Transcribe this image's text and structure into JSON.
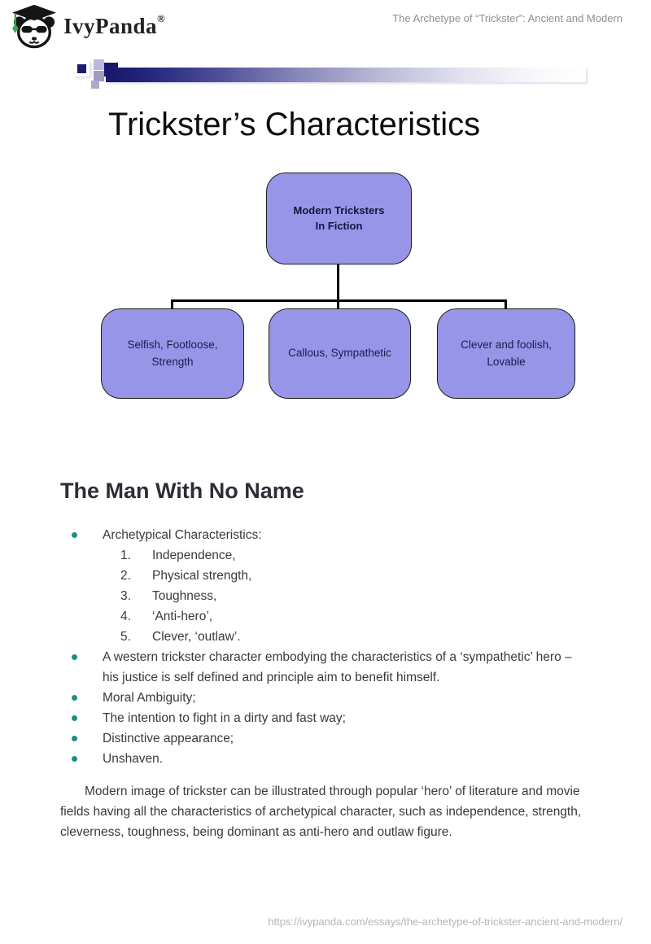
{
  "header": {
    "logo_text": "IvyPanda",
    "logo_reg_mark": "®",
    "doc_title": "The Archetype of “Trickster”: Ancient and Modern"
  },
  "slide": {
    "title": "Trickster’s Characteristics",
    "diagram": {
      "type": "org-chart",
      "box_fill": "#9795e8",
      "connector_color": "#000000",
      "root": {
        "label": "Modern Tricksters In Fiction"
      },
      "children": [
        {
          "label": "Selfish, Footloose, Strength"
        },
        {
          "label": "Callous, Sympathetic"
        },
        {
          "label": "Clever and foolish, Lovable"
        }
      ]
    }
  },
  "section": {
    "heading": "The Man With No Name",
    "bullet_color": "#1e8e83",
    "bullets": [
      {
        "text": "Archetypical Characteristics:"
      },
      {
        "text": "A western trickster character embodying the characteristics of a ‘sympathetic’ hero – his justice is self defined and principle aim to benefit himself."
      },
      {
        "text": "Moral Ambiguity;"
      },
      {
        "text": "The intention to fight in a dirty and fast way;"
      },
      {
        "text": "Distinctive appearance;"
      },
      {
        "text": "Unshaven."
      }
    ],
    "numbered_items": [
      {
        "num": "1.",
        "text": "Independence,"
      },
      {
        "num": "2.",
        "text": "Physical strength,"
      },
      {
        "num": "3.",
        "text": "Toughness,"
      },
      {
        "num": "4.",
        "text": "‘Anti-hero’,"
      },
      {
        "num": "5.",
        "text": "Clever, ‘outlaw’."
      }
    ],
    "paragraph": "Modern image of trickster can be illustrated through popular ‘hero’ of literature and movie fields having all the characteristics of archetypical character, such as independence, strength, cleverness, toughness, being dominant as anti-hero and outlaw figure."
  },
  "footer": {
    "url": "https://ivypanda.com/essays/the-archetype-of-trickster-ancient-and-modern/"
  }
}
